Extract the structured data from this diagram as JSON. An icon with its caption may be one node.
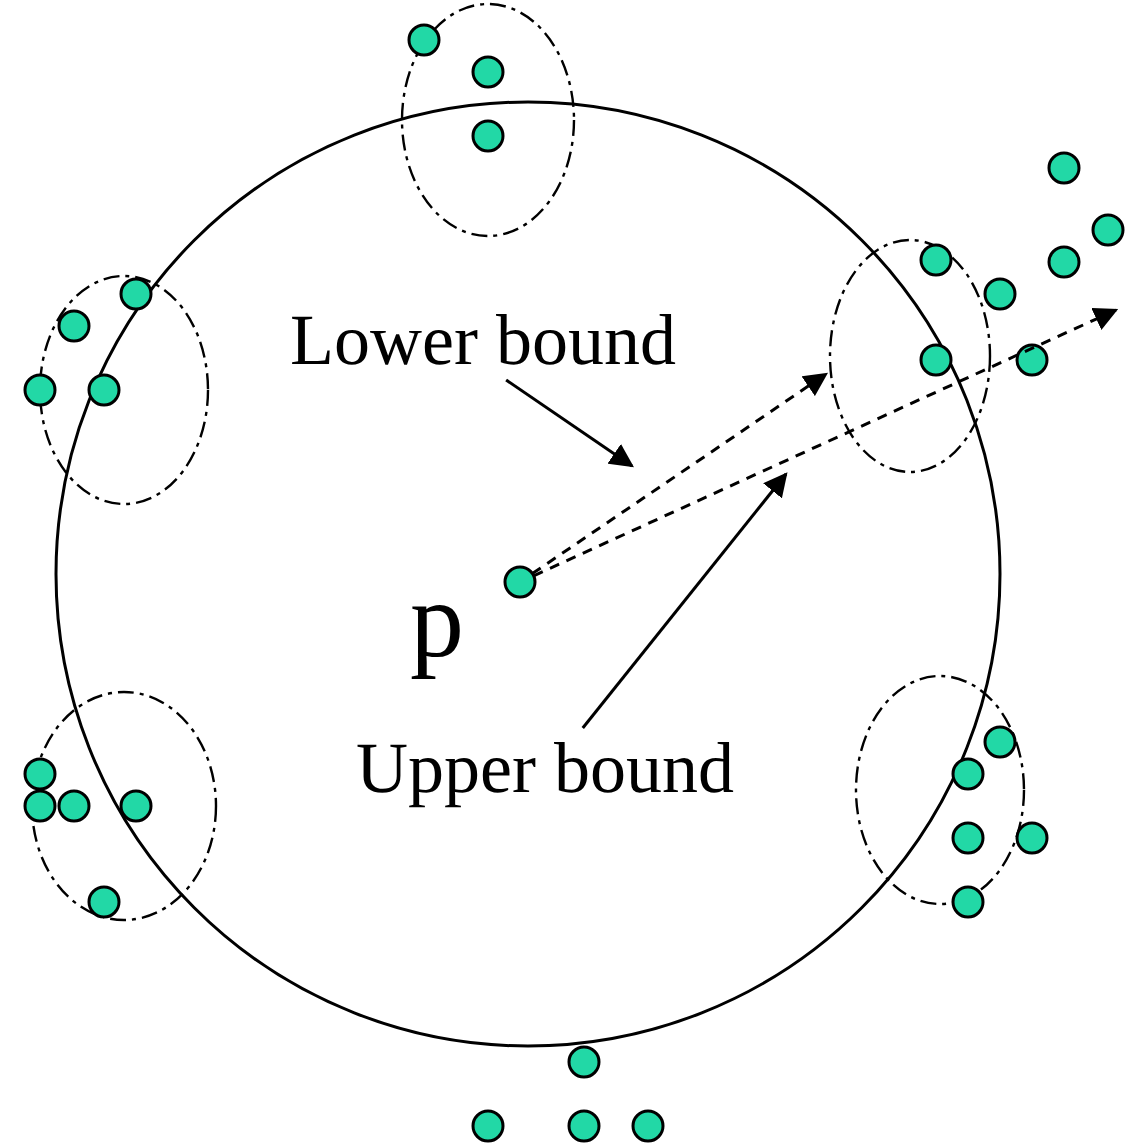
{
  "diagram": {
    "nodes": [
      {
        "text": [
          "Lower bound"
        ]
      },
      {
        "text": [
          "Upper bound"
        ]
      },
      {
        "text": [],
        "shape": "circle",
        "beside": [
          "p"
        ]
      }
    ],
    "edges": [
      {
        "from": 2,
        "to": null,
        "arrow": "to",
        "style": "dashed"
      },
      {
        "from": 2,
        "to": null,
        "arrow": "to",
        "style": "dashed"
      },
      {
        "from": 0,
        "to": null,
        "arrow": "to"
      },
      {
        "from": 1,
        "to": null,
        "arrow": "to"
      }
    ]
  }
}
